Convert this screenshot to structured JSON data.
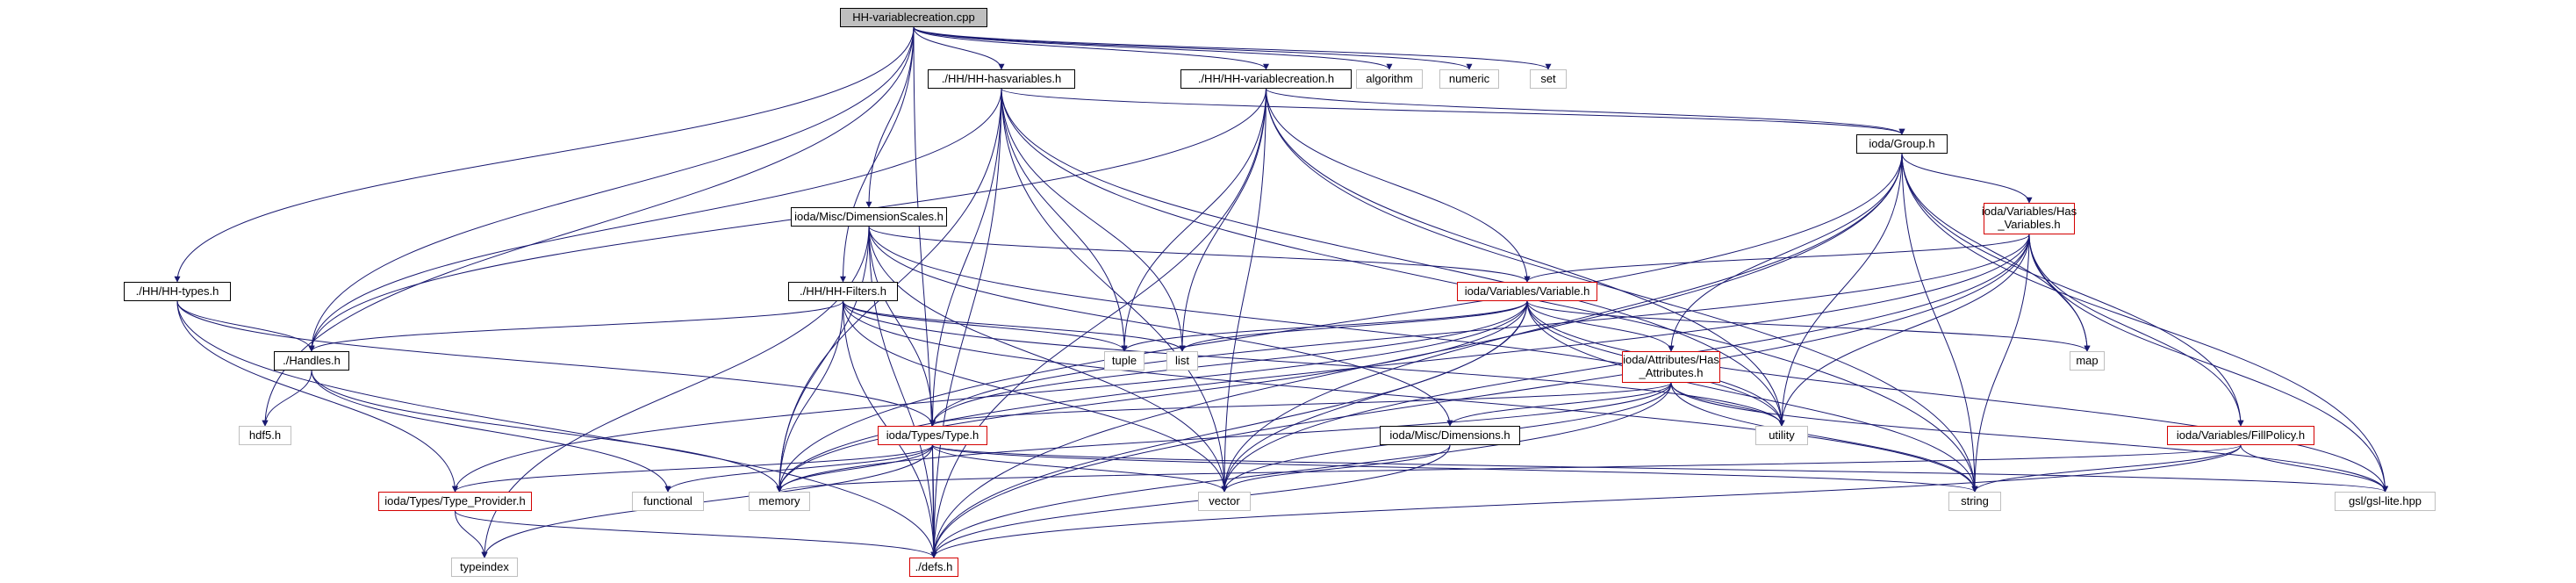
{
  "diagram": {
    "nodes": [
      {
        "id": "root",
        "label": "HH-variablecreation.cpp",
        "style": "root"
      },
      {
        "id": "hasvars",
        "label": "./HH/HH-hasvariables.h",
        "style": "black"
      },
      {
        "id": "hhvarcreate",
        "label": "./HH/HH-variablecreation.h",
        "style": "black"
      },
      {
        "id": "algorithm",
        "label": "algorithm",
        "style": "gray"
      },
      {
        "id": "numeric",
        "label": "numeric",
        "style": "gray"
      },
      {
        "id": "set",
        "label": "set",
        "style": "gray"
      },
      {
        "id": "group",
        "label": "ioda/Group.h",
        "style": "black"
      },
      {
        "id": "hasvariables",
        "label": "ioda/Variables/Has\n_Variables.h",
        "style": "red"
      },
      {
        "id": "dimscales",
        "label": "ioda/Misc/DimensionScales.h",
        "style": "black"
      },
      {
        "id": "hhtypes",
        "label": "./HH/HH-types.h",
        "style": "black"
      },
      {
        "id": "hhfilters",
        "label": "./HH/HH-Filters.h",
        "style": "black"
      },
      {
        "id": "variable",
        "label": "ioda/Variables/Variable.h",
        "style": "red"
      },
      {
        "id": "handles",
        "label": "./Handles.h",
        "style": "black"
      },
      {
        "id": "tuple",
        "label": "tuple",
        "style": "gray"
      },
      {
        "id": "list",
        "label": "list",
        "style": "gray"
      },
      {
        "id": "hasattributes",
        "label": "ioda/Attributes/Has\n_Attributes.h",
        "style": "red"
      },
      {
        "id": "map",
        "label": "map",
        "style": "gray"
      },
      {
        "id": "hdf5",
        "label": "hdf5.h",
        "style": "gray"
      },
      {
        "id": "typeh",
        "label": "ioda/Types/Type.h",
        "style": "red"
      },
      {
        "id": "dimensions",
        "label": "ioda/Misc/Dimensions.h",
        "style": "black"
      },
      {
        "id": "utility",
        "label": "utility",
        "style": "gray"
      },
      {
        "id": "fillpolicy",
        "label": "ioda/Variables/FillPolicy.h",
        "style": "red"
      },
      {
        "id": "typeprovider",
        "label": "ioda/Types/Type_Provider.h",
        "style": "red"
      },
      {
        "id": "functional",
        "label": "functional",
        "style": "gray"
      },
      {
        "id": "memory",
        "label": "memory",
        "style": "gray"
      },
      {
        "id": "vector",
        "label": "vector",
        "style": "gray"
      },
      {
        "id": "string",
        "label": "string",
        "style": "gray"
      },
      {
        "id": "gsl",
        "label": "gsl/gsl-lite.hpp",
        "style": "gray"
      },
      {
        "id": "typeindex",
        "label": "typeindex",
        "style": "gray"
      },
      {
        "id": "defs",
        "label": "./defs.h",
        "style": "red"
      }
    ],
    "edges": [
      [
        "root",
        "hasvars"
      ],
      [
        "root",
        "hhvarcreate"
      ],
      [
        "root",
        "algorithm"
      ],
      [
        "root",
        "numeric"
      ],
      [
        "root",
        "set"
      ],
      [
        "root",
        "dimscales"
      ],
      [
        "root",
        "hhtypes"
      ],
      [
        "root",
        "hhfilters"
      ],
      [
        "root",
        "handles"
      ],
      [
        "root",
        "hdf5"
      ],
      [
        "root",
        "defs"
      ],
      [
        "hasvars",
        "group"
      ],
      [
        "hasvars",
        "handles"
      ],
      [
        "hasvars",
        "typeh"
      ],
      [
        "hasvars",
        "tuple"
      ],
      [
        "hasvars",
        "list"
      ],
      [
        "hasvars",
        "vector"
      ],
      [
        "hasvars",
        "memory"
      ],
      [
        "hasvars",
        "string"
      ],
      [
        "hasvars",
        "defs"
      ],
      [
        "hasvars",
        "utility"
      ],
      [
        "hhvarcreate",
        "group"
      ],
      [
        "hhvarcreate",
        "handles"
      ],
      [
        "hhvarcreate",
        "tuple"
      ],
      [
        "hhvarcreate",
        "list"
      ],
      [
        "hhvarcreate",
        "vector"
      ],
      [
        "hhvarcreate",
        "string"
      ],
      [
        "hhvarcreate",
        "utility"
      ],
      [
        "hhvarcreate",
        "defs"
      ],
      [
        "hhvarcreate",
        "variable"
      ],
      [
        "group",
        "hasvariables"
      ],
      [
        "group",
        "hasattributes"
      ],
      [
        "group",
        "fillpolicy"
      ],
      [
        "group",
        "map"
      ],
      [
        "group",
        "string"
      ],
      [
        "group",
        "gsl"
      ],
      [
        "group",
        "vector"
      ],
      [
        "group",
        "memory"
      ],
      [
        "group",
        "defs"
      ],
      [
        "group",
        "utility"
      ],
      [
        "hasvariables",
        "variable"
      ],
      [
        "hasvariables",
        "fillpolicy"
      ],
      [
        "hasvariables",
        "map"
      ],
      [
        "hasvariables",
        "string"
      ],
      [
        "hasvariables",
        "gsl"
      ],
      [
        "hasvariables",
        "typeh"
      ],
      [
        "hasvariables",
        "memory"
      ],
      [
        "hasvariables",
        "utility"
      ],
      [
        "hasvariables",
        "vector"
      ],
      [
        "hasvariables",
        "defs"
      ],
      [
        "dimscales",
        "variable"
      ],
      [
        "dimscales",
        "typeh"
      ],
      [
        "dimscales",
        "dimensions"
      ],
      [
        "dimscales",
        "vector"
      ],
      [
        "dimscales",
        "memory"
      ],
      [
        "dimscales",
        "utility"
      ],
      [
        "dimscales",
        "defs"
      ],
      [
        "dimscales",
        "typeindex"
      ],
      [
        "hhtypes",
        "handles"
      ],
      [
        "hhtypes",
        "typeh"
      ],
      [
        "hhtypes",
        "typeprovider"
      ],
      [
        "hhtypes",
        "defs"
      ],
      [
        "hhfilters",
        "handles"
      ],
      [
        "hhfilters",
        "tuple"
      ],
      [
        "hhfilters",
        "list"
      ],
      [
        "hhfilters",
        "vector"
      ],
      [
        "hhfilters",
        "string"
      ],
      [
        "hhfilters",
        "memory"
      ],
      [
        "hhfilters",
        "utility"
      ],
      [
        "hhfilters",
        "defs"
      ],
      [
        "variable",
        "hasattributes"
      ],
      [
        "variable",
        "typeh"
      ],
      [
        "variable",
        "typeprovider"
      ],
      [
        "variable",
        "tuple"
      ],
      [
        "variable",
        "list"
      ],
      [
        "variable",
        "map"
      ],
      [
        "variable",
        "string"
      ],
      [
        "variable",
        "gsl"
      ],
      [
        "variable",
        "vector"
      ],
      [
        "variable",
        "memory"
      ],
      [
        "variable",
        "utility"
      ],
      [
        "variable",
        "defs"
      ],
      [
        "handles",
        "hdf5"
      ],
      [
        "handles",
        "memory"
      ],
      [
        "handles",
        "functional"
      ],
      [
        "hasattributes",
        "typeh"
      ],
      [
        "hasattributes",
        "dimensions"
      ],
      [
        "hasattributes",
        "string"
      ],
      [
        "hasattributes",
        "gsl"
      ],
      [
        "hasattributes",
        "vector"
      ],
      [
        "hasattributes",
        "memory"
      ],
      [
        "hasattributes",
        "utility"
      ],
      [
        "hasattributes",
        "defs"
      ],
      [
        "typeh",
        "typeprovider"
      ],
      [
        "typeh",
        "functional"
      ],
      [
        "typeh",
        "memory"
      ],
      [
        "typeh",
        "vector"
      ],
      [
        "typeh",
        "string"
      ],
      [
        "typeh",
        "gsl"
      ],
      [
        "typeh",
        "typeindex"
      ],
      [
        "typeh",
        "defs"
      ],
      [
        "dimensions",
        "vector"
      ],
      [
        "dimensions",
        "defs"
      ],
      [
        "fillpolicy",
        "string"
      ],
      [
        "fillpolicy",
        "gsl"
      ],
      [
        "fillpolicy",
        "memory"
      ],
      [
        "fillpolicy",
        "defs"
      ],
      [
        "typeprovider",
        "typeindex"
      ],
      [
        "typeprovider",
        "defs"
      ]
    ]
  },
  "colors": {
    "edge": "#191970",
    "black": "#000000",
    "red": "#d40000",
    "gray": "#bfbfbf",
    "root_fill": "#bfbfbf"
  }
}
